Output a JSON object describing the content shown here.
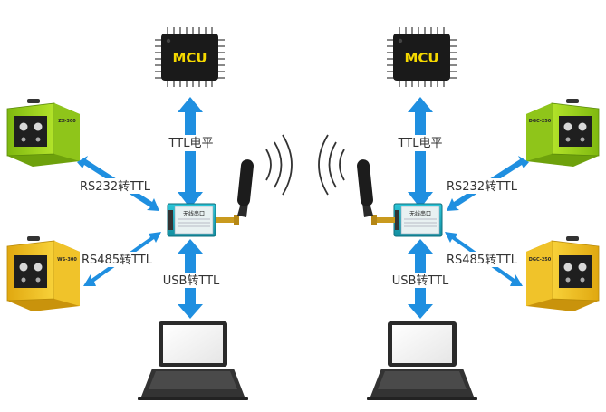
{
  "colors": {
    "arrow": "#1f8fe0",
    "mcu_chip": "#1a1a1a",
    "mcu_text": "#f5d800",
    "module_board": "#1fb5c8",
    "antenna": "#1c1c1c",
    "welder_green": "#9bd11c",
    "welder_yellow": "#f2c21a",
    "laptop": "#2a2a2a"
  },
  "left": {
    "mcu_label": "MCU",
    "ttl_label": "TTL电平",
    "rs232_label": "RS232转TTL",
    "rs485_label": "RS485转TTL",
    "usb_label": "USB转TTL",
    "module_label": "无线串口",
    "welder_top_model": "ZX-300",
    "welder_bottom_model": "WS-300"
  },
  "right": {
    "mcu_label": "MCU",
    "ttl_label": "TTL电平",
    "rs232_label": "RS232转TTL",
    "rs485_label": "RS485转TTL",
    "usb_label": "USB转TTL",
    "module_label": "无线串口",
    "welder_top_model": "DGC-250",
    "welder_bottom_model": "DGC-250"
  },
  "icons": {
    "mcu": "microcontroller-chip-icon",
    "module": "wireless-serial-module-icon",
    "antenna": "antenna-icon",
    "signal": "radio-waves-icon",
    "welder": "welding-machine-icon",
    "laptop": "laptop-icon",
    "arrow": "double-headed-arrow-icon"
  }
}
